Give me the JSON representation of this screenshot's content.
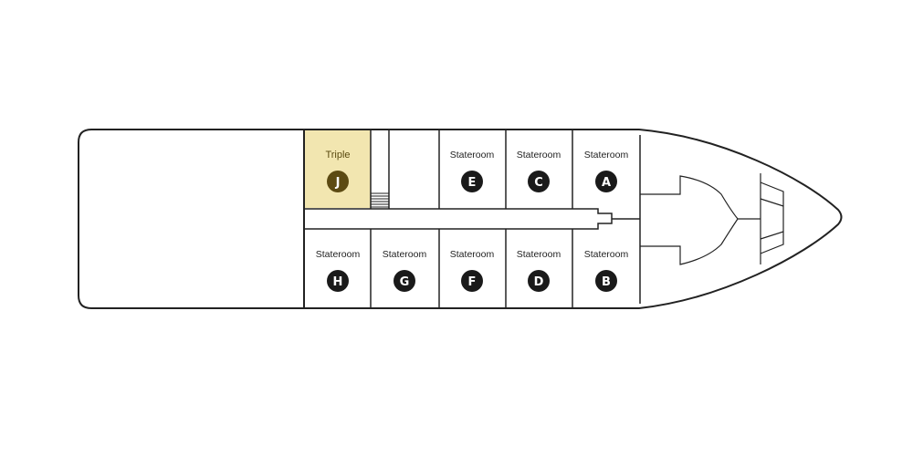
{
  "deck": {
    "cabins": [
      {
        "id": "J",
        "label": "Triple",
        "letter": "J",
        "highlighted": true
      },
      {
        "id": "E",
        "label": "Stateroom",
        "letter": "E",
        "highlighted": false
      },
      {
        "id": "C",
        "label": "Stateroom",
        "letter": "C",
        "highlighted": false
      },
      {
        "id": "A",
        "label": "Stateroom",
        "letter": "A",
        "highlighted": false
      },
      {
        "id": "H",
        "label": "Stateroom",
        "letter": "H",
        "highlighted": false
      },
      {
        "id": "G",
        "label": "Stateroom",
        "letter": "G",
        "highlighted": false
      },
      {
        "id": "F",
        "label": "Stateroom",
        "letter": "F",
        "highlighted": false
      },
      {
        "id": "D",
        "label": "Stateroom",
        "letter": "D",
        "highlighted": false
      },
      {
        "id": "B",
        "label": "Stateroom",
        "letter": "B",
        "highlighted": false
      }
    ]
  },
  "colors": {
    "outline": "#222222",
    "highlight_fill": "#f2e6b0",
    "highlight_badge": "#5c4a12",
    "badge": "#1a1a1a"
  }
}
